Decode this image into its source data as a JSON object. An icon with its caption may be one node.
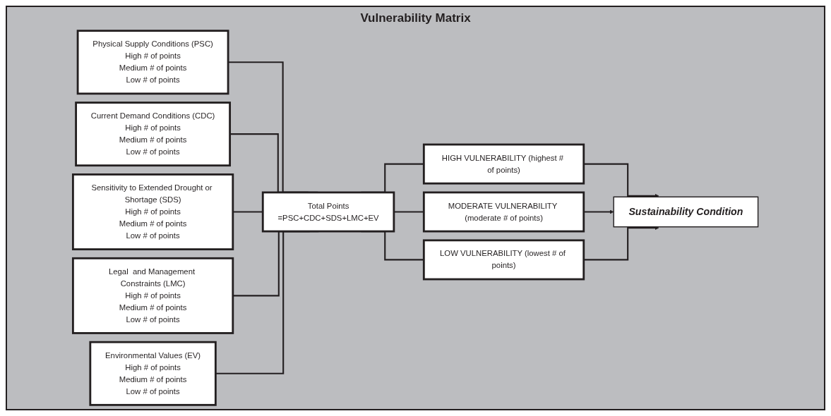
{
  "diagram": {
    "title": "Vulnerability Matrix",
    "nodes": [
      {
        "text": [
          "Physical Supply Conditions (PSC)",
          "High # of points",
          "Medium # of points",
          "Low # of points"
        ]
      },
      {
        "text": [
          "Current Demand Conditions (CDC)",
          "High # of points",
          "Medium # of points",
          "Low # of points"
        ]
      },
      {
        "text": [
          "Sensitivity to Extended Drought or Shortage (SDS)",
          "High # of points",
          "Medium # of points",
          "Low # of points"
        ]
      },
      {
        "text": [
          "Legal  and Management Constraints (LMC)",
          "High # of points",
          "Medium # of points",
          "Low # of points"
        ]
      },
      {
        "text": [
          "Environmental Values (EV)",
          "High # of points",
          "Medium # of points",
          "Low # of points"
        ]
      },
      {
        "text": [
          "Total Points",
          "=PSC+CDC+SDS+LMC+EV"
        ]
      },
      {
        "text": [
          "HIGH VULNERABILITY (highest # of points)"
        ]
      },
      {
        "text": [
          "MODERATE VULNERABILITY (moderate # of points)"
        ]
      },
      {
        "text": [
          "LOW VULNERABILITY (lowest # of points)"
        ]
      },
      {
        "text": [
          "Sustainability Condition"
        ]
      }
    ],
    "edges": [
      {
        "from": 0,
        "to": 5,
        "arrow": "none"
      },
      {
        "from": 1,
        "to": 5,
        "arrow": "none"
      },
      {
        "from": 2,
        "to": 5,
        "arrow": "none"
      },
      {
        "from": 3,
        "to": 5,
        "arrow": "none"
      },
      {
        "from": 4,
        "to": 5,
        "arrow": "none"
      },
      {
        "from": 5,
        "to": 6,
        "arrow": "none"
      },
      {
        "from": 5,
        "to": 7,
        "arrow": "none"
      },
      {
        "from": 5,
        "to": 8,
        "arrow": "none"
      },
      {
        "from": 6,
        "to": 9,
        "arrow": "to"
      },
      {
        "from": 7,
        "to": 9,
        "arrow": "to"
      },
      {
        "from": 8,
        "to": 9,
        "arrow": "to"
      }
    ]
  }
}
